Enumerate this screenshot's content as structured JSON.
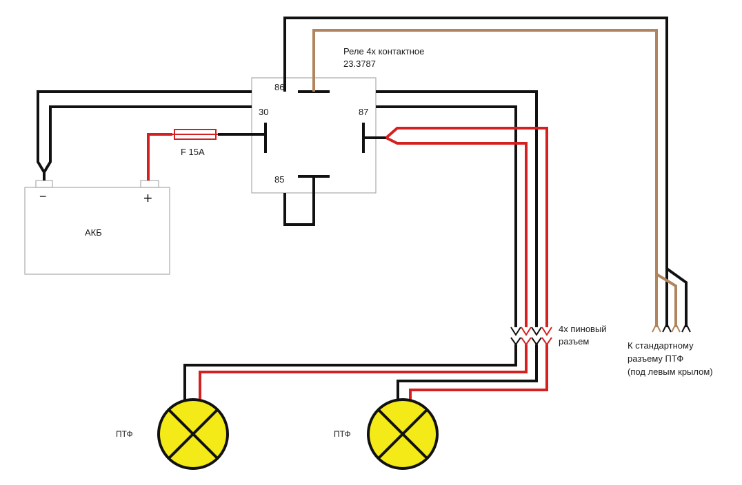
{
  "colors": {
    "wire_black": "#111111",
    "wire_red": "#d42020",
    "wire_brown": "#b0855e",
    "lamp_fill": "#f3ea18",
    "box_stroke": "#aaaaaa"
  },
  "relay": {
    "title": "Реле 4х контактное",
    "model": "23.3787",
    "pins": {
      "p86": "86",
      "p30": "30",
      "p87": "87",
      "p85": "85"
    }
  },
  "fuse": {
    "label": "F 15A"
  },
  "battery": {
    "label": "АКБ",
    "minus": "−",
    "plus": "+"
  },
  "connector": {
    "line1": "4х пиновый",
    "line2": "разъем"
  },
  "factory_plug": {
    "line1": "К стандартному",
    "line2": "разъему ПТФ",
    "line3": "(под левым крылом)"
  },
  "lamps": [
    {
      "label": "ПТФ"
    },
    {
      "label": "ПТФ"
    }
  ]
}
